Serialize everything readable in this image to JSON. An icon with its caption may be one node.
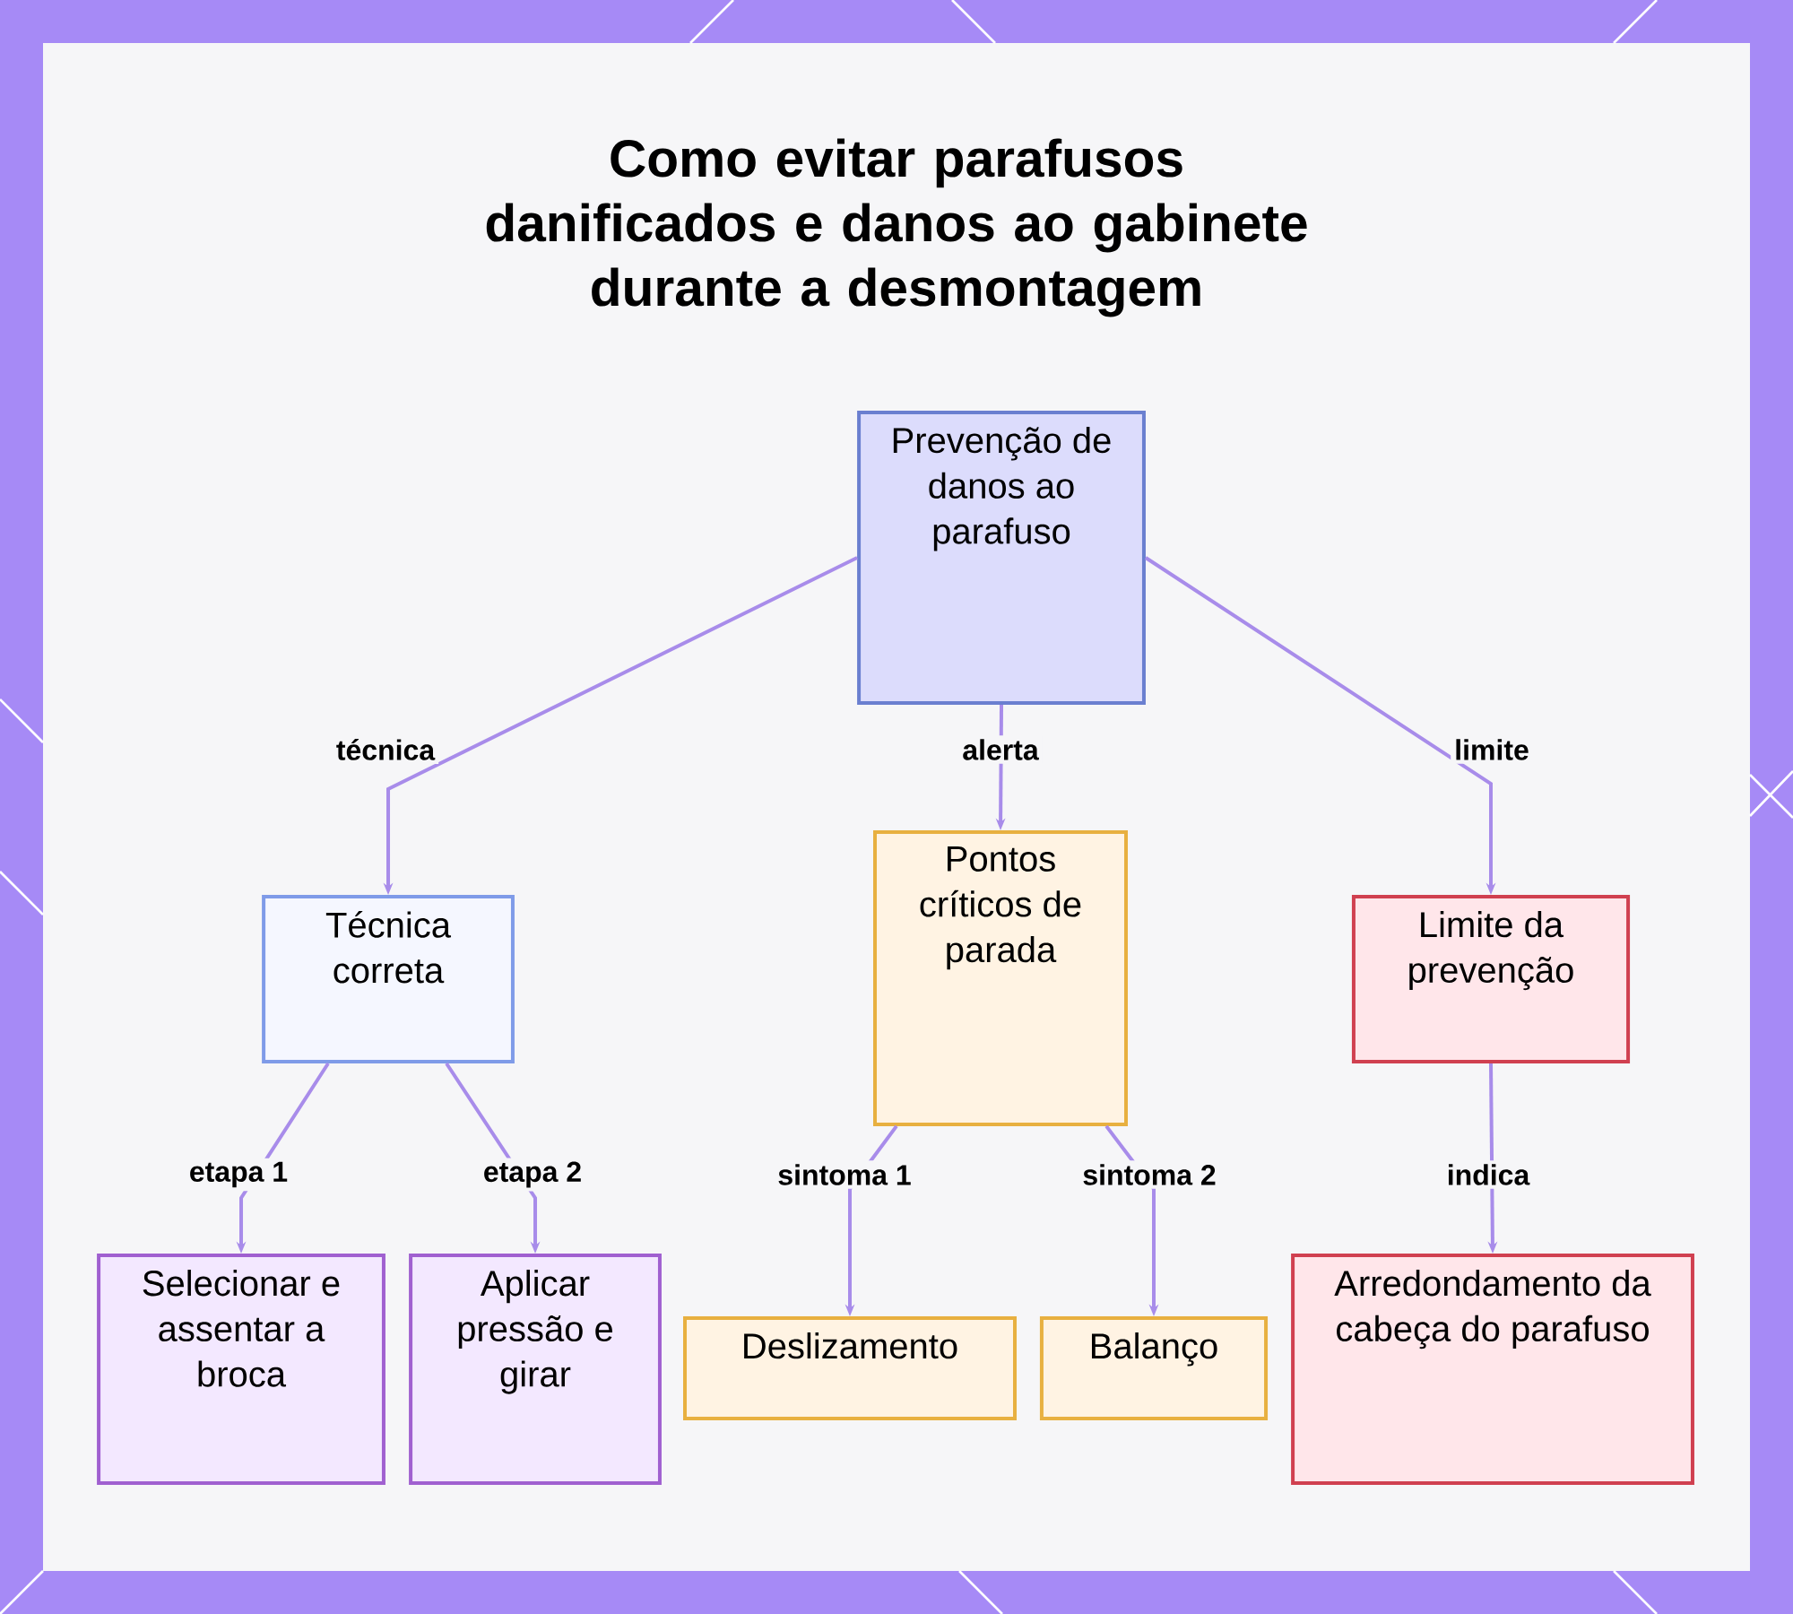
{
  "diagram": {
    "title": "Como evitar parafusos danificados e danos ao gabinete durante a desmontagem",
    "nodes": [
      {
        "text": [
          "Prevenção de danos ao parafuso"
        ]
      },
      {
        "text": [
          "Técnica correta"
        ]
      },
      {
        "text": [
          "Pontos críticos de parada"
        ]
      },
      {
        "text": [
          "Limite da prevenção"
        ]
      },
      {
        "text": [
          "Selecionar e assentar a broca"
        ]
      },
      {
        "text": [
          "Aplicar pressão e girar"
        ]
      },
      {
        "text": [
          "Deslizamento"
        ]
      },
      {
        "text": [
          "Balanço"
        ]
      },
      {
        "text": [
          "Arredondamento da cabeça do parafuso"
        ]
      }
    ],
    "edges": [
      {
        "from": 0,
        "to": 1,
        "arrow": "to",
        "label": "técnica"
      },
      {
        "from": 0,
        "to": 2,
        "arrow": "to",
        "label": "alerta"
      },
      {
        "from": 0,
        "to": 3,
        "arrow": "to",
        "label": "limite"
      },
      {
        "from": 1,
        "to": 4,
        "arrow": "to",
        "label": "etapa 1"
      },
      {
        "from": 1,
        "to": 5,
        "arrow": "to",
        "label": "etapa 2"
      },
      {
        "from": 2,
        "to": 6,
        "arrow": "to",
        "label": "sintoma 1"
      },
      {
        "from": 2,
        "to": 7,
        "arrow": "to",
        "label": "sintoma 2"
      },
      {
        "from": 3,
        "to": 8,
        "arrow": "to",
        "label": "indica"
      }
    ]
  }
}
